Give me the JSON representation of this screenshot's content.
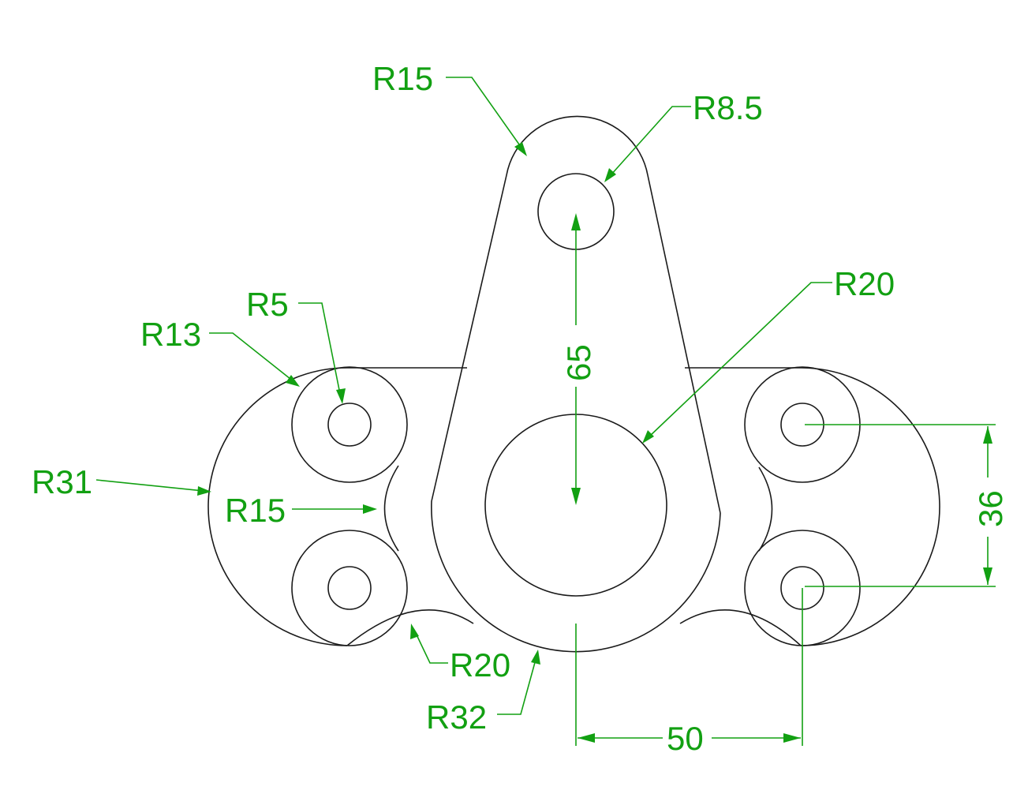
{
  "colors": {
    "background": "#ffffff",
    "geometry": "#1a1a1a",
    "dimension": "#12a012"
  },
  "labels": {
    "r15_top": "R15",
    "r8_5": "R8.5",
    "r20_right": "R20",
    "r5": "R5",
    "r13": "R13",
    "r31": "R31",
    "r15_left": "R15",
    "r20_bottom": "R20",
    "r32": "R32",
    "dim_65": "65",
    "dim_36": "36",
    "dim_50": "50"
  }
}
